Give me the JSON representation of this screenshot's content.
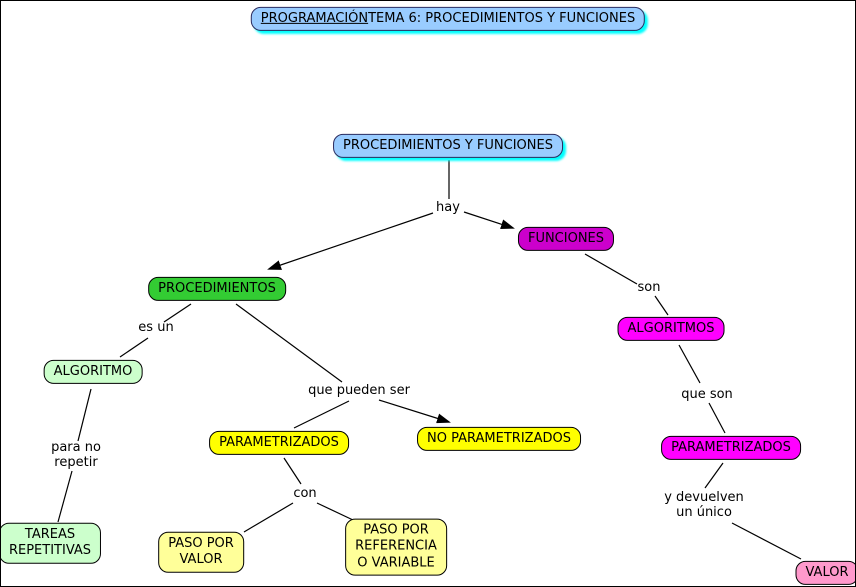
{
  "title": {
    "underline": "PROGRAMACIÓN",
    "rest": " TEMA 6: PROCEDIMIENTOS Y FUNCIONES"
  },
  "nodes": {
    "main": "PROCEDIMIENTOS Y FUNCIONES",
    "funciones": "FUNCIONES",
    "procedimientos": "PROCEDIMIENTOS",
    "algoritmo": "ALGORITMO",
    "tareas_repetitivas": "TAREAS\nREPETITIVAS",
    "parametrizados_izq": "PARAMETRIZADOS",
    "no_parametrizados": "NO PARAMETRIZADOS",
    "paso_por_valor": "PASO POR\nVALOR",
    "paso_por_referencia": "PASO POR\nREFERENCIA\nO VARIABLE",
    "algoritmos": "ALGORITMOS",
    "parametrizados_der": "PARAMETRIZADOS",
    "valor": "VALOR"
  },
  "links": {
    "hay": "hay",
    "es_un": "es un",
    "para_no_repetir": "para no\nrepetir",
    "que_pueden_ser": "que pueden ser",
    "con": "con",
    "son": "son",
    "que_son": "que son",
    "y_devuelven": "y devuelven\nun único"
  },
  "colors": {
    "light_blue": "#99CCFF",
    "cyan_shadow": "#00FFFF",
    "green": "#33CC33",
    "pale_green": "#CCFFCC",
    "yellow": "#FFFF00",
    "pale_yellow": "#FFFF99",
    "magenta_dark": "#CC00CC",
    "magenta": "#FF00FF",
    "pink": "#FF99CC",
    "line": "#000000"
  }
}
